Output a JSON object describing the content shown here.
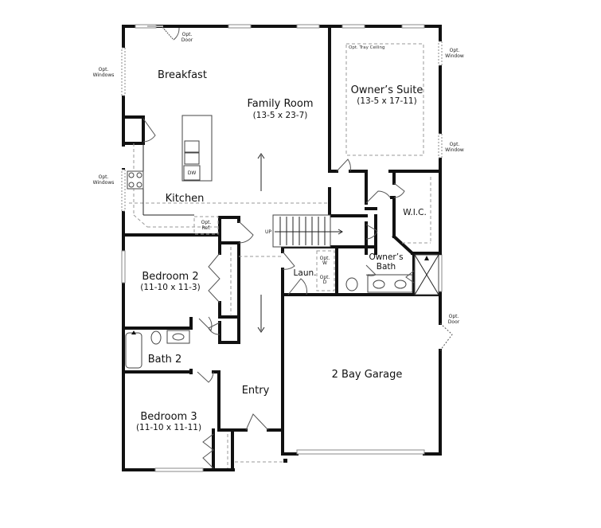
{
  "floorplan": {
    "rooms": {
      "breakfast": {
        "label": "Breakfast"
      },
      "family_room": {
        "label": "Family Room",
        "dims": "(13-5 x 23-7)"
      },
      "owners_suite": {
        "label": "Owner’s Suite",
        "dims": "(13-5 x 17-11)",
        "ceiling_note": "Opt. Tray Ceiling"
      },
      "kitchen": {
        "label": "Kitchen"
      },
      "wic": {
        "label": "W.I.C."
      },
      "owners_bath": {
        "label_line1": "Owner’s",
        "label_line2": "Bath"
      },
      "laundry": {
        "label": "Laun."
      },
      "bedroom2": {
        "label": "Bedroom 2",
        "dims": "(11-10 x 11-3)"
      },
      "bath2": {
        "label": "Bath 2"
      },
      "entry": {
        "label": "Entry"
      },
      "bedroom3": {
        "label": "Bedroom 3",
        "dims": "(11-10 x 11-11)"
      },
      "garage": {
        "label": "2 Bay Garage"
      }
    },
    "annotations": {
      "opt": "Opt.",
      "door": "Door",
      "window": "Window",
      "windows": "Windows",
      "ref": "Ref.",
      "dw": "DW",
      "up": "UP",
      "washer": "W",
      "dryer": "D"
    },
    "colors": {
      "wall": "#111111",
      "background": "#ffffff",
      "dashed": "#999999"
    }
  }
}
